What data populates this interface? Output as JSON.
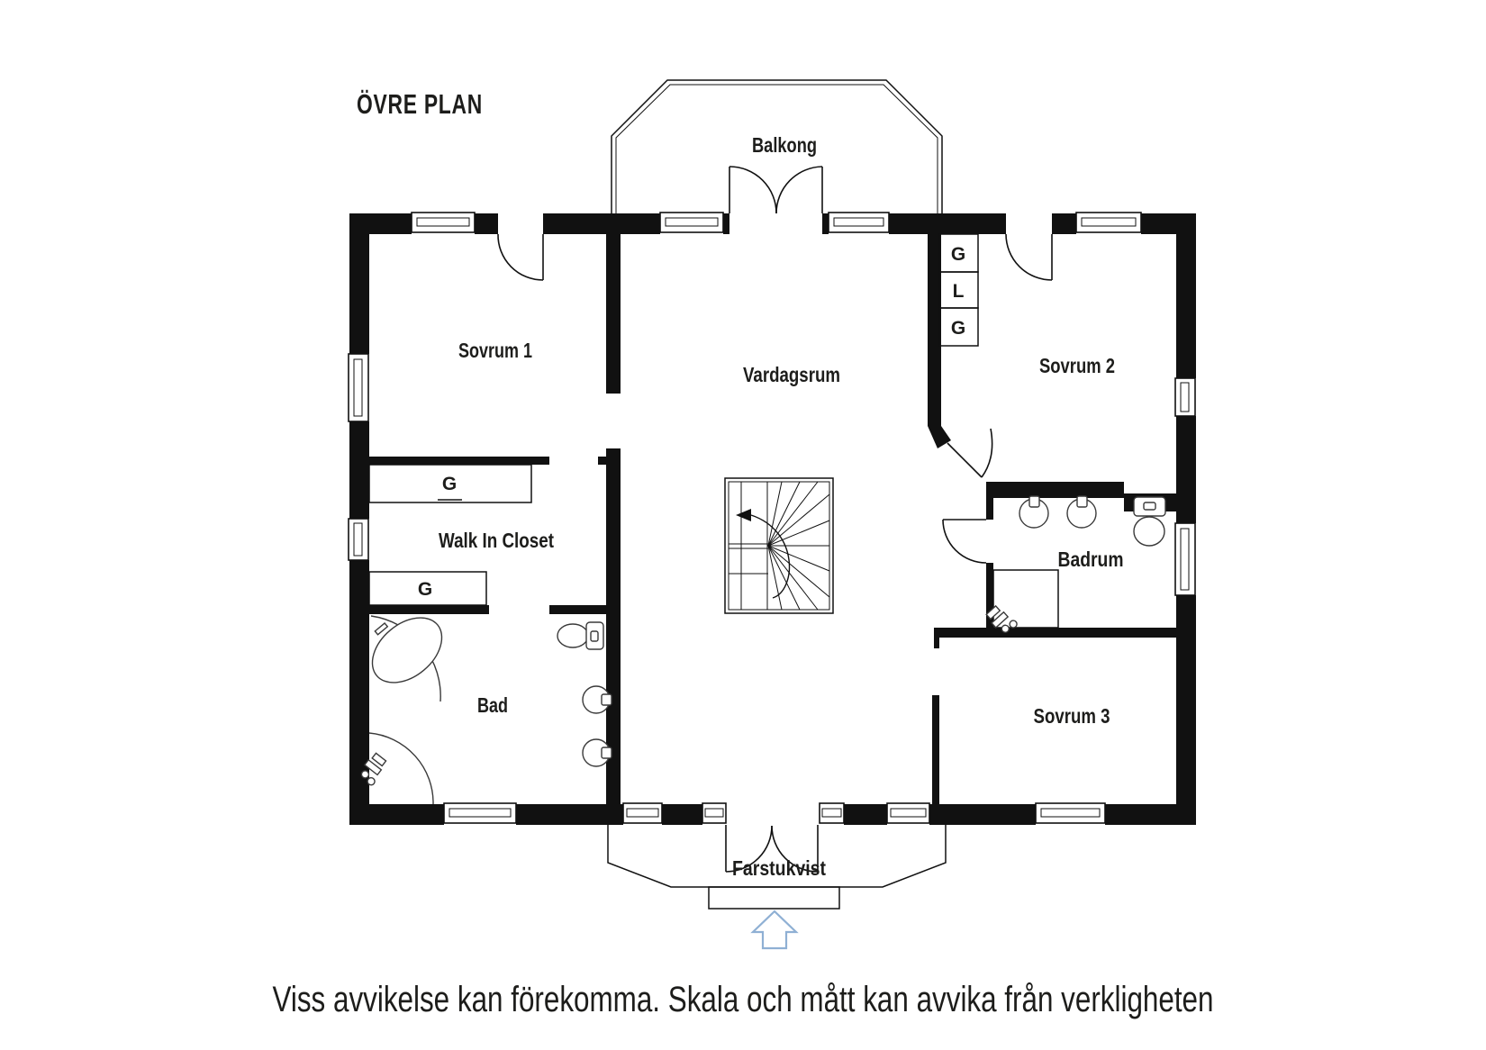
{
  "title": "ÖVRE PLAN",
  "disclaimer": "Viss avvikelse kan förekomma. Skala och mått kan avvika från verkligheten",
  "rooms": {
    "balcony": "Balkong",
    "bedroom1": "Sovrum 1",
    "living_room": "Vardagsrum",
    "bedroom2": "Sovrum 2",
    "walk_in_closet": "Walk In Closet",
    "bathroom": "Badrum",
    "bath": "Bad",
    "bedroom3": "Sovrum 3",
    "porch": "Farstukvist"
  },
  "closet_labels": {
    "wic_upper": "G",
    "wic_lower": "G",
    "bedroom2_column": [
      "G",
      "L",
      "G"
    ]
  },
  "colors": {
    "wall": "#111111",
    "text": "#1d1d1b",
    "fixture_line": "#3a3a3a",
    "entry_arrow": "#8fb0d4",
    "background": "#ffffff"
  }
}
